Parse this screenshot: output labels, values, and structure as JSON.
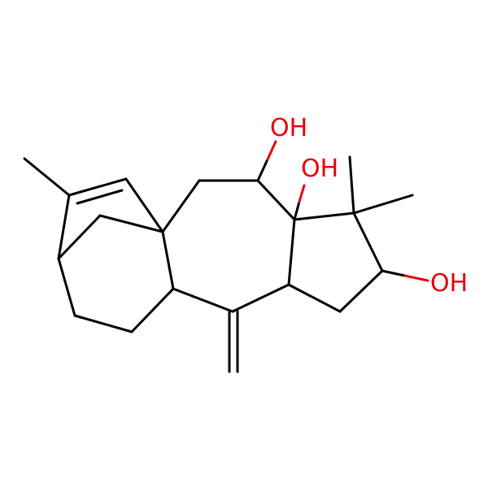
{
  "molecule": {
    "atom_labels": {
      "oh_top": "OH",
      "oh_mid": "OH",
      "oh_right": "OH"
    },
    "colors": {
      "bond": "#000000",
      "heteroatom_oxygen": "#e8000b",
      "background": "#ffffff"
    }
  }
}
